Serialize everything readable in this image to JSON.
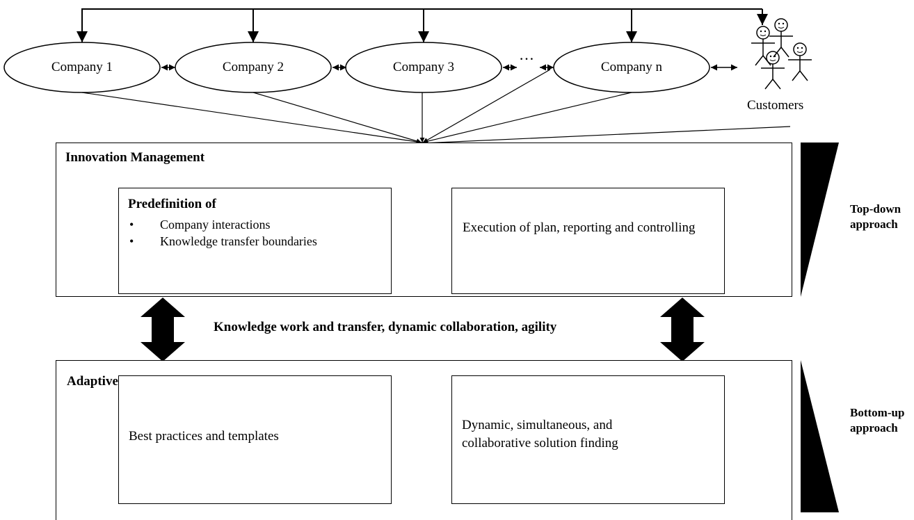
{
  "companies": [
    "Company 1",
    "Company 2",
    "Company 3",
    "Company n"
  ],
  "ellipsis": "…",
  "customers_label": "Customers",
  "innovation": {
    "title": "Innovation Management",
    "predefinition_title": "Predefinition of",
    "predefinition_items": [
      "Company interactions",
      "Knowledge transfer boundaries"
    ],
    "execution_text": "Execution of plan, reporting and controlling"
  },
  "middle_label": "Knowledge work and transfer, dynamic collaboration, agility",
  "acm": {
    "title": "Adaptive Case Management",
    "best_practices_text": "Best practices and templates",
    "dynamic_text": "Dynamic, simultaneous, and collaborative solution finding"
  },
  "approaches": {
    "top_down": "Top-down approach",
    "bottom_up": "Bottom-up approach"
  }
}
